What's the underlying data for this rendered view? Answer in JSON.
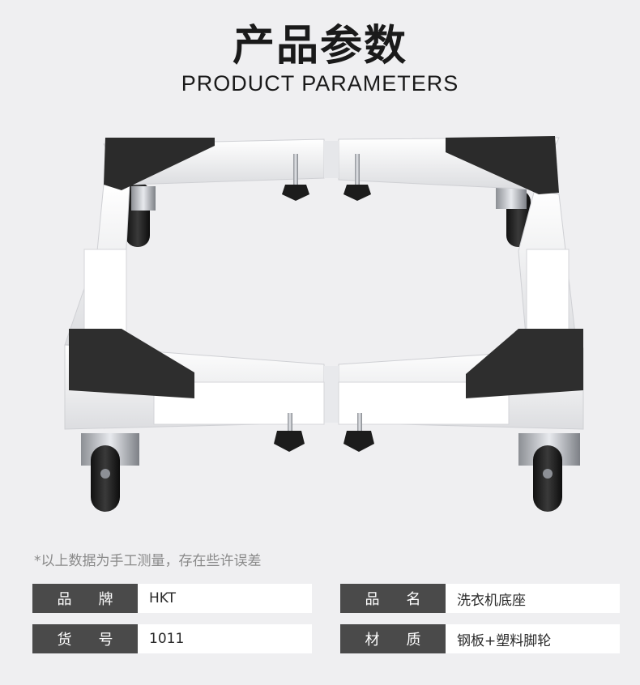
{
  "header": {
    "title_cn": "产品参数",
    "title_en": "PRODUCT PARAMETERS"
  },
  "note": "*以上数据为手工测量，存在些许误差",
  "params": [
    {
      "label_chars": [
        "品",
        "牌"
      ],
      "value": "HKT"
    },
    {
      "label_chars": [
        "品",
        "名"
      ],
      "value": "洗衣机底座"
    },
    {
      "label_chars": [
        "货",
        "号"
      ],
      "value": "1011"
    },
    {
      "label_chars": [
        "材",
        "质"
      ],
      "value": "钢板+塑料脚轮"
    }
  ],
  "colors": {
    "background": "#efeff1",
    "label_bg": "#4a4a4a",
    "value_bg": "#ffffff",
    "title_text": "#1a1a1a"
  }
}
